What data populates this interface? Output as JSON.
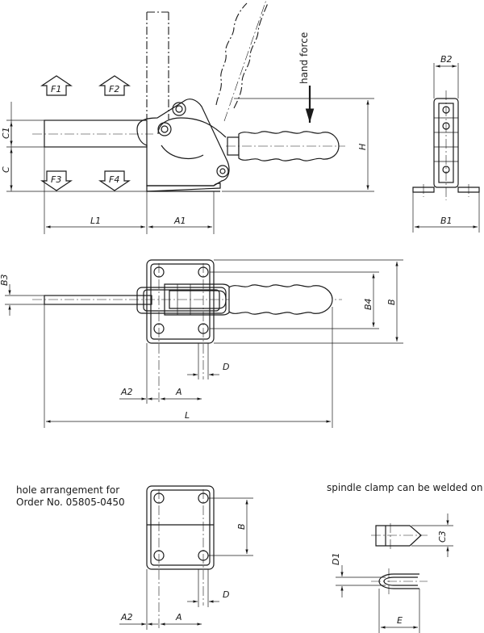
{
  "labels": {
    "hand_force": "hand force",
    "F1": "F1",
    "F2": "F2",
    "F3": "F3",
    "F4": "F4",
    "C": "C",
    "C1": "C1",
    "H": "H",
    "L1": "L1",
    "A1": "A1",
    "B1": "B1",
    "B2": "B2",
    "B3": "B3",
    "B4": "B4",
    "B": "B",
    "A2": "A2",
    "A": "A",
    "D": "D",
    "L": "L",
    "C3": "C3",
    "D1": "D1",
    "E": "E"
  },
  "notes": {
    "hole_arrangement_line1": "hole arrangement for",
    "hole_arrangement_line2": "Order No. 05805-0450",
    "spindle_clamp": "spindle clamp can be welded on"
  }
}
